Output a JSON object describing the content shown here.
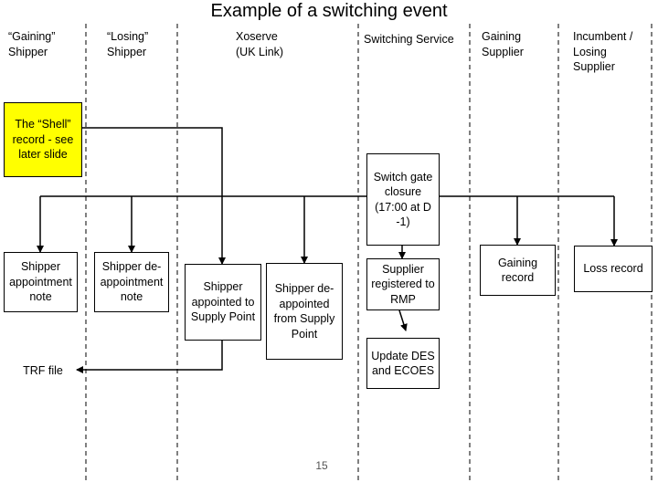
{
  "title": "Example of a switching event",
  "lanes": {
    "gaining_shipper": "“Gaining” Shipper",
    "losing_shipper": "“Losing” Shipper",
    "xoserve": "Xoserve (UK Link)",
    "switching_service": "Switching Service",
    "gaining_supplier": "Gaining Supplier",
    "incumbent_supplier": "Incumbent / Losing Supplier"
  },
  "boxes": {
    "shell_record": "The “Shell” record - see later slide",
    "switch_gate": "Switch gate closure (17:00 at D -1)",
    "shipper_appointment_note": "Shipper appointment note",
    "shipper_deappointment_note": "Shipper de-appointment note",
    "shipper_appointed": "Shipper appointed to Supply Point",
    "shipper_deappointed": "Shipper de-appointed from Supply Point",
    "supplier_registered": "Supplier registered to RMP",
    "gaining_record": "Gaining record",
    "loss_record": "Loss record",
    "update_des": "Update DES and ECOES",
    "trf_file": "TRF file"
  },
  "page_number": "15",
  "colors": {
    "highlight": "#ffff00",
    "line": "#000000"
  }
}
